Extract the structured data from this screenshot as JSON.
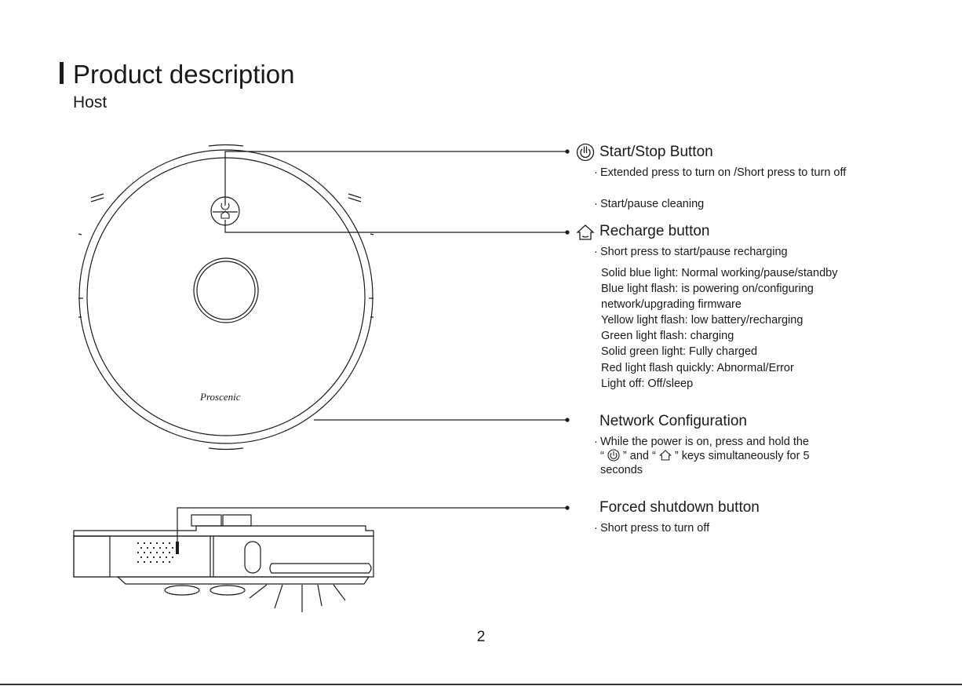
{
  "header": {
    "title": "Product description",
    "subtitle": "Host"
  },
  "device": {
    "brand_logo_text": "Proscenic"
  },
  "items": [
    {
      "heading": "Start/Stop Button",
      "icon": "power-icon",
      "bullets": [
        "Extended press to turn on /Short press to turn off",
        "Start/pause cleaning"
      ]
    },
    {
      "heading": "Recharge button",
      "icon": "home-icon",
      "bullets": [
        "Short press to start/pause recharging"
      ]
    },
    {
      "heading": "Network Configuration",
      "bullet_prefix": "While the power is on, press and hold the",
      "quote_open_1": "“",
      "quote_close_and": "” and “",
      "quote_close_2": "” keys simultaneously for 5",
      "bullet_suffix": "seconds"
    },
    {
      "heading": "Forced shutdown button",
      "bullets": [
        "Short press to turn off"
      ]
    }
  ],
  "light_states": [
    "Solid blue light: Normal working/pause/standby",
    "Blue light flash: is powering on/configuring",
    "network/upgrading firmware",
    "Yellow light flash: low battery/recharging",
    "Green light flash: charging",
    "Solid green light: Fully charged",
    "Red light flash quickly: Abnormal/Error",
    "Light off: Off/sleep"
  ],
  "bullet_symbol": "·",
  "page_number": "2"
}
